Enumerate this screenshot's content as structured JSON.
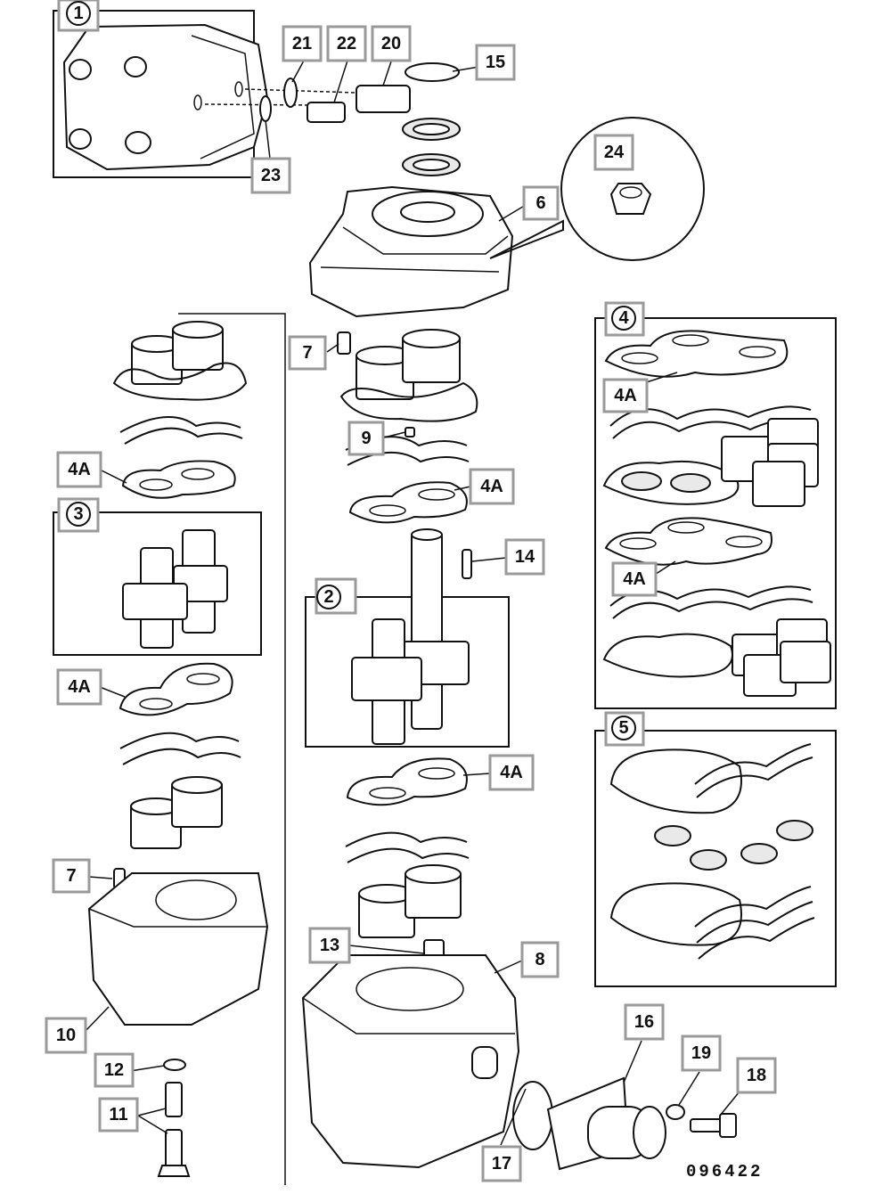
{
  "diagram": {
    "reference_code": "096422",
    "callouts": {
      "c1": "1",
      "c2": "2",
      "c3": "3",
      "c4": "4",
      "c5": "5",
      "c6": "6",
      "c7a": "7",
      "c7b": "7",
      "c8": "8",
      "c9": "9",
      "c10": "10",
      "c11": "11",
      "c12": "12",
      "c13": "13",
      "c14": "14",
      "c15": "15",
      "c16": "16",
      "c17": "17",
      "c18": "18",
      "c19": "19",
      "c20": "20",
      "c21": "21",
      "c22": "22",
      "c23": "23",
      "c24": "24",
      "c4a_left1": "4A",
      "c4a_mid1": "4A",
      "c4a_left2": "4A",
      "c4a_mid2": "4A",
      "c4a_box1": "4A",
      "c4a_box2": "4A"
    }
  }
}
